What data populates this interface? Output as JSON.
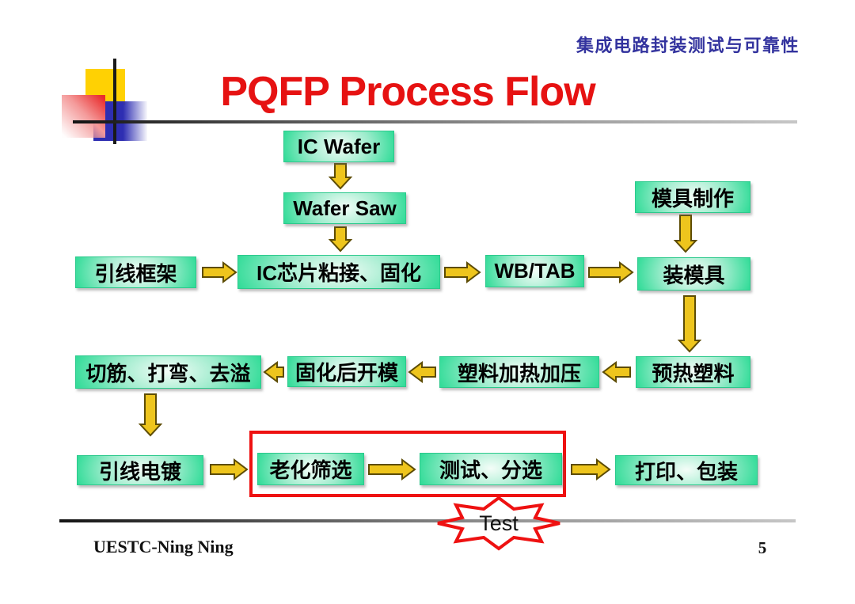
{
  "header": {
    "course_title": "集成电路封装测试与可靠性"
  },
  "title": "PQFP Process Flow",
  "nodes": {
    "ic_wafer": "IC Wafer",
    "wafer_saw": "Wafer Saw",
    "lead_frame": "引线框架",
    "die_attach": "IC芯片粘接、固化",
    "wb_tab": "WB/TAB",
    "mold_making": "模具制作",
    "mold_install": "装模具",
    "preheat_plastic": "预热塑料",
    "plastic_heat_press": "塑料加热加压",
    "demold_after_cure": "固化后开模",
    "trim_form_deflash": "切筋、打弯、去溢",
    "lead_plating": "引线电镀",
    "burn_in": "老化筛选",
    "test_sort": "测试、分选",
    "mark_package": "打印、包装"
  },
  "connections": [
    {
      "from": "ic_wafer",
      "to": "wafer_saw"
    },
    {
      "from": "wafer_saw",
      "to": "die_attach"
    },
    {
      "from": "lead_frame",
      "to": "die_attach"
    },
    {
      "from": "die_attach",
      "to": "wb_tab"
    },
    {
      "from": "wb_tab",
      "to": "mold_install"
    },
    {
      "from": "mold_making",
      "to": "mold_install"
    },
    {
      "from": "mold_install",
      "to": "preheat_plastic"
    },
    {
      "from": "preheat_plastic",
      "to": "plastic_heat_press"
    },
    {
      "from": "plastic_heat_press",
      "to": "demold_after_cure"
    },
    {
      "from": "demold_after_cure",
      "to": "trim_form_deflash"
    },
    {
      "from": "trim_form_deflash",
      "to": "lead_plating"
    },
    {
      "from": "lead_plating",
      "to": "burn_in"
    },
    {
      "from": "burn_in",
      "to": "test_sort"
    },
    {
      "from": "test_sort",
      "to": "mark_package"
    }
  ],
  "highlight": {
    "highlighted_nodes": [
      "burn_in",
      "test_sort"
    ],
    "test_label": "Test"
  },
  "footer": {
    "author": "UESTC-Ning Ning",
    "page": "5"
  },
  "colors": {
    "title_red": "#e61212",
    "header_navy": "#33339e",
    "node_green": "#34dc99",
    "arrow_gold": "#eec51d",
    "highlight_red": "#ee1111"
  }
}
